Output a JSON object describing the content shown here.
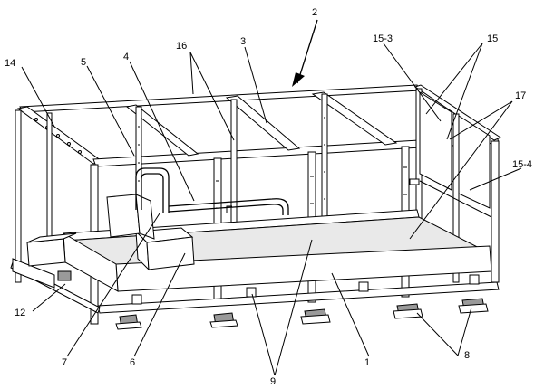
{
  "labels": {
    "l1": "1",
    "l2": "2",
    "l3": "3",
    "l4": "4",
    "l5": "5",
    "l6": "6",
    "l7": "7",
    "l8": "8",
    "l9": "9",
    "l12": "12",
    "l14": "14",
    "l15": "15",
    "l15_3": "15-3",
    "l15_4": "15-4",
    "l16": "16",
    "l17": "17"
  }
}
